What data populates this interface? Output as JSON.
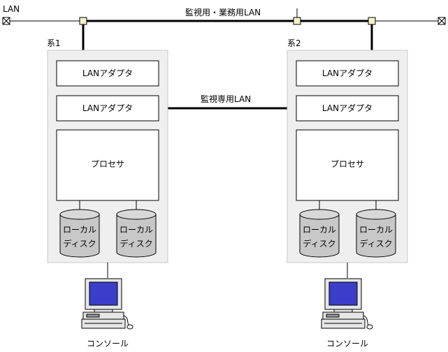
{
  "lan_label": "LAN",
  "monitoring_business_lan_label": "監視用・業務用LAN",
  "monitoring_only_lan_label": "監視専用LAN",
  "systems": [
    {
      "label": "系1",
      "adapter_top": "LANアダプタ",
      "adapter_bottom": "LANアダプタ",
      "processor": "プロセサ",
      "disks": [
        {
          "line1": "ローカル",
          "line2": "ディスク"
        },
        {
          "line1": "ローカル",
          "line2": "ディスク"
        }
      ],
      "console_label": "コンソール"
    },
    {
      "label": "系2",
      "adapter_top": "LANアダプタ",
      "adapter_bottom": "LANアダプタ",
      "processor": "プロセサ",
      "disks": [
        {
          "line1": "ローカル",
          "line2": "ディスク"
        },
        {
          "line1": "ローカル",
          "line2": "ディスク"
        }
      ],
      "console_label": "コンソール"
    }
  ],
  "colors": {
    "panel": "#efefef",
    "node": "#f4f1c8",
    "disk": "#c8c8c8",
    "screen": "#3a3ec8"
  }
}
